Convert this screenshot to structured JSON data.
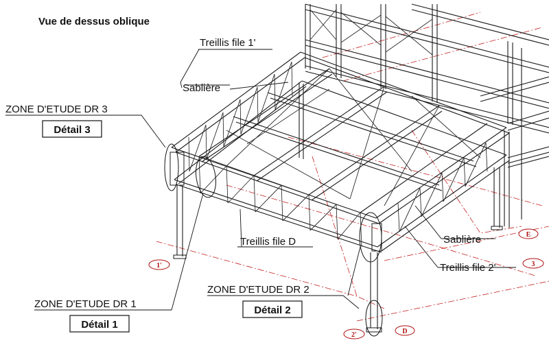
{
  "title": "Vue de dessus oblique",
  "labels": {
    "treillis_file_1": "Treillis file 1'",
    "sabliere_top": "Sablière",
    "sabliere_right": "Sablière",
    "treillis_file_d": "Treillis file D",
    "treillis_file_2": "Treillis file 2'"
  },
  "zones": {
    "dr3": {
      "title": "ZONE D'ETUDE DR 3",
      "detail": "Détail 3"
    },
    "dr1": {
      "title": "ZONE D'ETUDE DR 1",
      "detail": "Détail 1"
    },
    "dr2": {
      "title": "ZONE D'ETUDE DR 2",
      "detail": "Détail 2"
    }
  },
  "grid_axes": {
    "a1": "1'",
    "a2": "2'",
    "a3": "3",
    "aD": "D",
    "aE": "E"
  },
  "colors": {
    "steel": "#1a1a1a",
    "grid": "#c42020"
  }
}
